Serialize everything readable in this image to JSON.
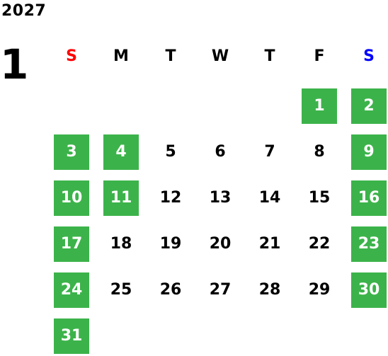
{
  "calendar": {
    "year": "2027",
    "month": "1",
    "highlight_color": "#3cb34a",
    "weekdays": [
      {
        "label": "S",
        "color": "#ff0000"
      },
      {
        "label": "M",
        "color": "#000000"
      },
      {
        "label": "T",
        "color": "#000000"
      },
      {
        "label": "W",
        "color": "#000000"
      },
      {
        "label": "T",
        "color": "#000000"
      },
      {
        "label": "F",
        "color": "#000000"
      },
      {
        "label": "S",
        "color": "#0000ff"
      }
    ],
    "days": [
      {
        "label": "1",
        "highlighted": true
      },
      {
        "label": "2",
        "highlighted": true
      },
      {
        "label": "3",
        "highlighted": true
      },
      {
        "label": "4",
        "highlighted": true
      },
      {
        "label": "5",
        "highlighted": false
      },
      {
        "label": "6",
        "highlighted": false
      },
      {
        "label": "7",
        "highlighted": false
      },
      {
        "label": "8",
        "highlighted": false
      },
      {
        "label": "9",
        "highlighted": true
      },
      {
        "label": "10",
        "highlighted": true
      },
      {
        "label": "11",
        "highlighted": true
      },
      {
        "label": "12",
        "highlighted": false
      },
      {
        "label": "13",
        "highlighted": false
      },
      {
        "label": "14",
        "highlighted": false
      },
      {
        "label": "15",
        "highlighted": false
      },
      {
        "label": "16",
        "highlighted": true
      },
      {
        "label": "17",
        "highlighted": true
      },
      {
        "label": "18",
        "highlighted": false
      },
      {
        "label": "19",
        "highlighted": false
      },
      {
        "label": "20",
        "highlighted": false
      },
      {
        "label": "21",
        "highlighted": false
      },
      {
        "label": "22",
        "highlighted": false
      },
      {
        "label": "23",
        "highlighted": true
      },
      {
        "label": "24",
        "highlighted": true
      },
      {
        "label": "25",
        "highlighted": false
      },
      {
        "label": "26",
        "highlighted": false
      },
      {
        "label": "27",
        "highlighted": false
      },
      {
        "label": "28",
        "highlighted": false
      },
      {
        "label": "29",
        "highlighted": false
      },
      {
        "label": "30",
        "highlighted": true
      },
      {
        "label": "31",
        "highlighted": true
      }
    ]
  }
}
